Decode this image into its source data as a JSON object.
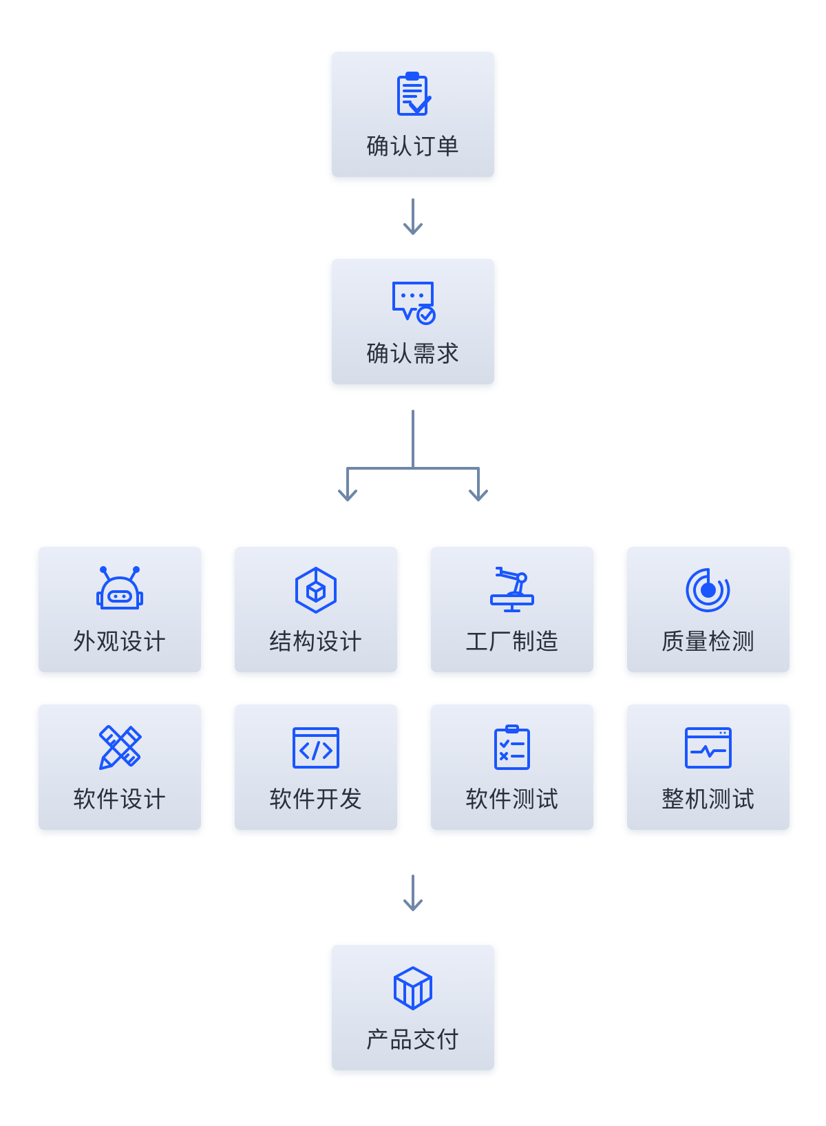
{
  "colors": {
    "icon": "#1a56ff",
    "connector": "#6f87a8",
    "label": "#2a2f3a"
  },
  "steps": {
    "order": {
      "label": "确认订单",
      "icon": "clipboard-check-icon"
    },
    "requirement": {
      "label": "确认需求",
      "icon": "chat-check-icon"
    },
    "delivery": {
      "label": "产品交付",
      "icon": "box-icon"
    }
  },
  "grid": [
    {
      "label": "外观设计",
      "icon": "robot-icon"
    },
    {
      "label": "结构设计",
      "icon": "cube-icon"
    },
    {
      "label": "工厂制造",
      "icon": "robot-arm-icon"
    },
    {
      "label": "质量检测",
      "icon": "radar-icon"
    },
    {
      "label": "软件设计",
      "icon": "pencil-ruler-icon"
    },
    {
      "label": "软件开发",
      "icon": "code-window-icon"
    },
    {
      "label": "软件测试",
      "icon": "test-checklist-icon"
    },
    {
      "label": "整机测试",
      "icon": "monitor-pulse-icon"
    }
  ]
}
